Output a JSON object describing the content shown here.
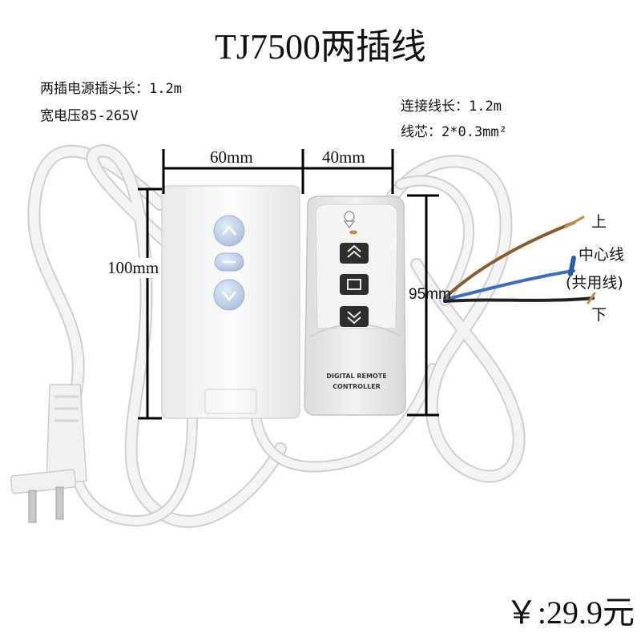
{
  "title": "TJ7500两插线",
  "specs_left": {
    "line1": "两插电源插头长：1.2m",
    "line2": "宽电压85-265V"
  },
  "specs_right": {
    "line1": "连接线长：1.2m",
    "line2": "线芯：2*0.3mm²"
  },
  "dimensions": {
    "controller_width": "60mm",
    "remote_width": "40mm",
    "controller_height": "100mm",
    "remote_height": "95mm"
  },
  "wire_labels": {
    "up": "上",
    "center": "中心线",
    "common": "(共用线)",
    "down": "下"
  },
  "remote": {
    "line1": "DIGITAL REMOTE",
    "line2": "CONTROLLER"
  },
  "price": "￥:29.9元",
  "colors": {
    "cable": "#f2f2f2",
    "cable_shadow": "#cfcfcf",
    "controller_body": "#f7f7f7",
    "button_blue": "#c7d6ea",
    "remote_body": "#ececec",
    "wire_brown": "#8b5a2b",
    "wire_blue": "#3a6ec0",
    "wire_black": "#222222"
  }
}
